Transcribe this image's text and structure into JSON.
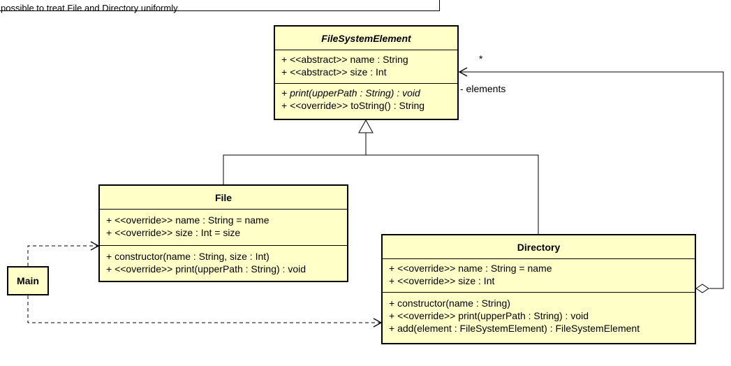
{
  "note": {
    "text": "possible to treat File and Directory uniformly."
  },
  "classes": {
    "file_system_element": {
      "name": "FileSystemElement",
      "attributes": [
        "+ <<abstract>> name : String",
        "+ <<abstract>> size : Int"
      ],
      "operations": [
        "+ print(upperPath : String) : void",
        "+ <<override>> toString() : String"
      ]
    },
    "file": {
      "name": "File",
      "attributes": [
        "+ <<override>> name : String = name",
        "+ <<override>> size : Int = size"
      ],
      "operations": [
        "+ constructor(name : String, size : Int)",
        "+ <<override>> print(upperPath : String) : void"
      ]
    },
    "directory": {
      "name": "Directory",
      "attributes": [
        "+ <<override>> name : String = name",
        "+ <<override>> size : Int"
      ],
      "operations": [
        "+ constructor(name : String)",
        "+ <<override>> print(upperPath : String) : void",
        "+ add(element : FileSystemElement) : FileSystemElement"
      ]
    },
    "main": {
      "name": "Main"
    }
  },
  "associations": {
    "elements": {
      "multiplicity": "*",
      "role": "- elements"
    }
  }
}
